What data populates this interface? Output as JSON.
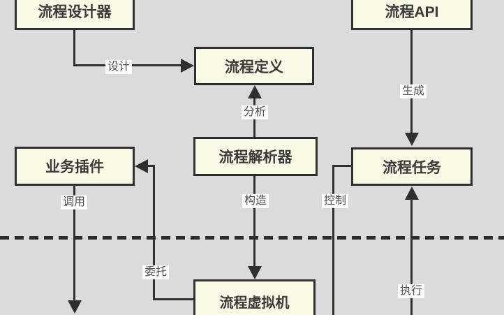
{
  "diagram": {
    "background_color": "#dbdbdb",
    "node_fill_color": "#fafae6",
    "node_border_color": "#2f2f2f",
    "line_color": "#2f2f2f",
    "edge_label_text_color": "#4f4f4f",
    "edge_label_background": "#ffffff"
  },
  "nodes": {
    "designer": "流程设计器",
    "api": "流程API",
    "definition": "流程定义",
    "plugin": "业务插件",
    "parser": "流程解析器",
    "task": "流程任务",
    "vm": "流程虚拟机"
  },
  "edges": {
    "design": "设计",
    "generate": "生成",
    "analyze": "分析",
    "construct": "构造",
    "control": "控制",
    "execute": "执行",
    "invoke": "调用",
    "delegate": "委托"
  }
}
